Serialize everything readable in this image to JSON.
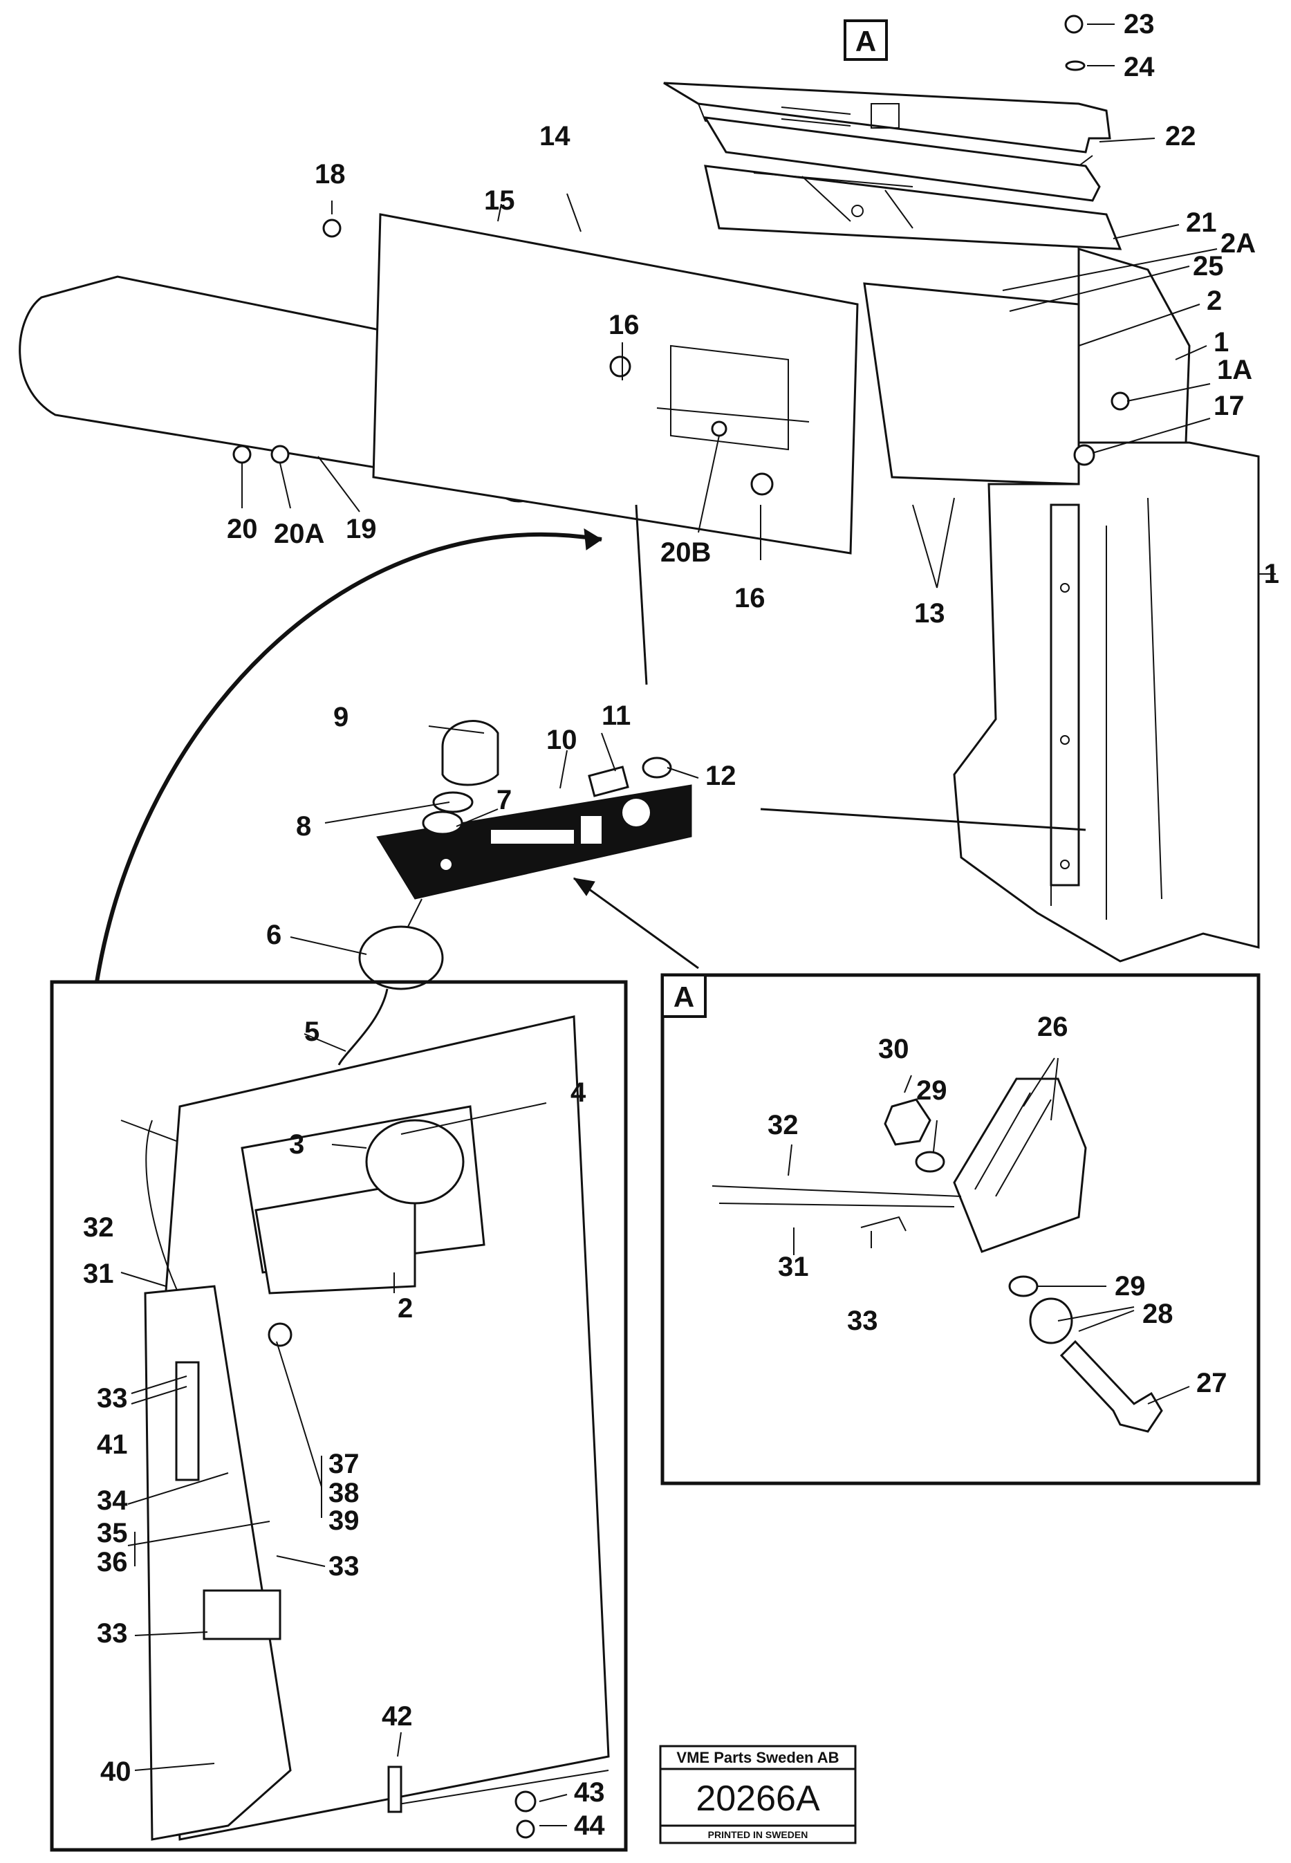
{
  "labels": {
    "l1": "1",
    "l1A": "1A",
    "l2": "2",
    "l2A": "2A",
    "l3": "3",
    "l4": "4",
    "l5": "5",
    "l6": "6",
    "l7": "7",
    "l8": "8",
    "l9": "9",
    "l10": "10",
    "l11": "11",
    "l12": "12",
    "l13": "13",
    "l14": "14",
    "l15": "15",
    "l16": "16",
    "l17": "17",
    "l18": "18",
    "l19": "19",
    "l20": "20",
    "l20A": "20A",
    "l20B": "20B",
    "l21": "21",
    "l22": "22",
    "l23": "23",
    "l24": "24",
    "l25": "25",
    "l26": "26",
    "l27": "27",
    "l28": "28",
    "l29": "29",
    "l30": "30",
    "l31": "31",
    "l32": "32",
    "l33": "33",
    "l34": "34",
    "l35": "35",
    "l36": "36",
    "l37": "37",
    "l38": "38",
    "l39": "39",
    "l40": "40",
    "l41": "41",
    "l42": "42",
    "l43": "43",
    "l44": "44"
  },
  "detail_ref": "A",
  "stamp": {
    "company": "VME Parts Sweden AB",
    "number": "20266A",
    "footer": "PRINTED IN SWEDEN"
  }
}
